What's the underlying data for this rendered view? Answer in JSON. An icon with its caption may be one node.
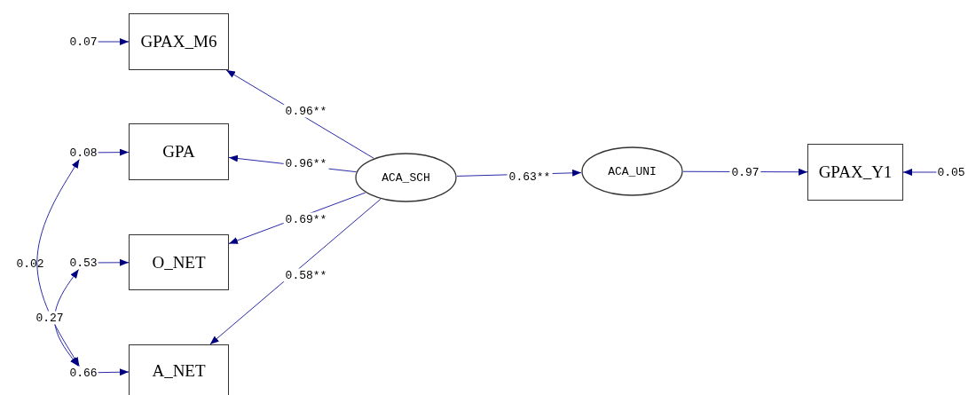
{
  "diagram": {
    "nodes": [
      {
        "text": [
          "GPAX_M6"
        ]
      },
      {
        "text": [
          "GPA"
        ]
      },
      {
        "text": [
          "O_NET"
        ]
      },
      {
        "text": [
          "A_NET"
        ]
      },
      {
        "text": [
          "ACA_SCH"
        ]
      },
      {
        "text": [
          "ACA_UNI"
        ]
      },
      {
        "text": [
          "GPAX_Y1"
        ]
      },
      {
        "text": [
          "0.07"
        ]
      },
      {
        "text": [
          "0.08"
        ]
      },
      {
        "text": [
          "0.53"
        ]
      },
      {
        "text": [
          "0.66"
        ]
      },
      {
        "text": [
          "0.05"
        ]
      }
    ],
    "edges": [
      {
        "from": 4,
        "to": 0,
        "arrow": "to",
        "label": "0.96**"
      },
      {
        "from": 4,
        "to": 1,
        "arrow": "to",
        "label": "0.96**"
      },
      {
        "from": 4,
        "to": 2,
        "arrow": "to",
        "label": "0.69**"
      },
      {
        "from": 4,
        "to": 3,
        "arrow": "to",
        "label": "0.58**"
      },
      {
        "from": 4,
        "to": 5,
        "arrow": "to",
        "label": "0.63**"
      },
      {
        "from": 5,
        "to": 6,
        "arrow": "to",
        "label": "0.97"
      },
      {
        "from": 7,
        "to": 0,
        "arrow": "to"
      },
      {
        "from": 8,
        "to": 1,
        "arrow": "to"
      },
      {
        "from": 9,
        "to": 2,
        "arrow": "to"
      },
      {
        "from": 10,
        "to": 3,
        "arrow": "to"
      },
      {
        "from": 11,
        "to": 6,
        "arrow": "to"
      },
      {
        "from": 8,
        "to": 10,
        "arrow": "both",
        "label": "0.02"
      },
      {
        "from": 9,
        "to": 10,
        "arrow": "both",
        "label": "0.27"
      }
    ]
  }
}
